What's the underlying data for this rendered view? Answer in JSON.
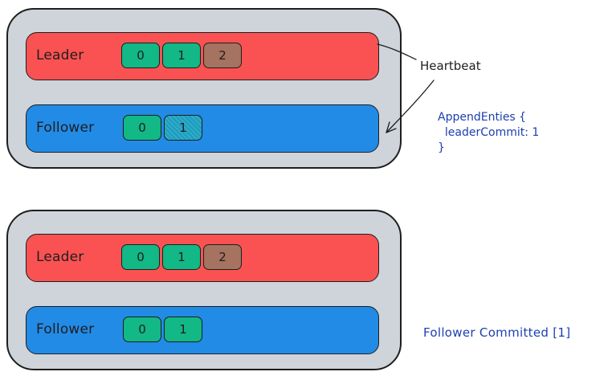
{
  "diagram": {
    "top": {
      "leader": {
        "label": "Leader",
        "entries": [
          "0",
          "1",
          "2"
        ]
      },
      "follower": {
        "label": "Follower",
        "entries": [
          "0",
          "1"
        ]
      }
    },
    "bottom": {
      "leader": {
        "label": "Leader",
        "entries": [
          "0",
          "1",
          "2"
        ]
      },
      "follower": {
        "label": "Follower",
        "entries": [
          "0",
          "1"
        ]
      }
    },
    "annotations": {
      "heartbeat": "Heartbeat",
      "append_entries_line1": "AppendEnties {",
      "append_entries_line2": "  leaderCommit: 1",
      "append_entries_line3": "}",
      "follower_committed": "Follower Committed [1]"
    },
    "colors": {
      "cluster": "#ced4da",
      "leader": "#fa5252",
      "follower": "#228be6",
      "committed_entry": "#12b886",
      "uncommitted_leader_entry": "#a5735f",
      "uncommitted_follower_entry": "#1c9fc0",
      "annotation_blue": "#1c3fb0"
    }
  }
}
